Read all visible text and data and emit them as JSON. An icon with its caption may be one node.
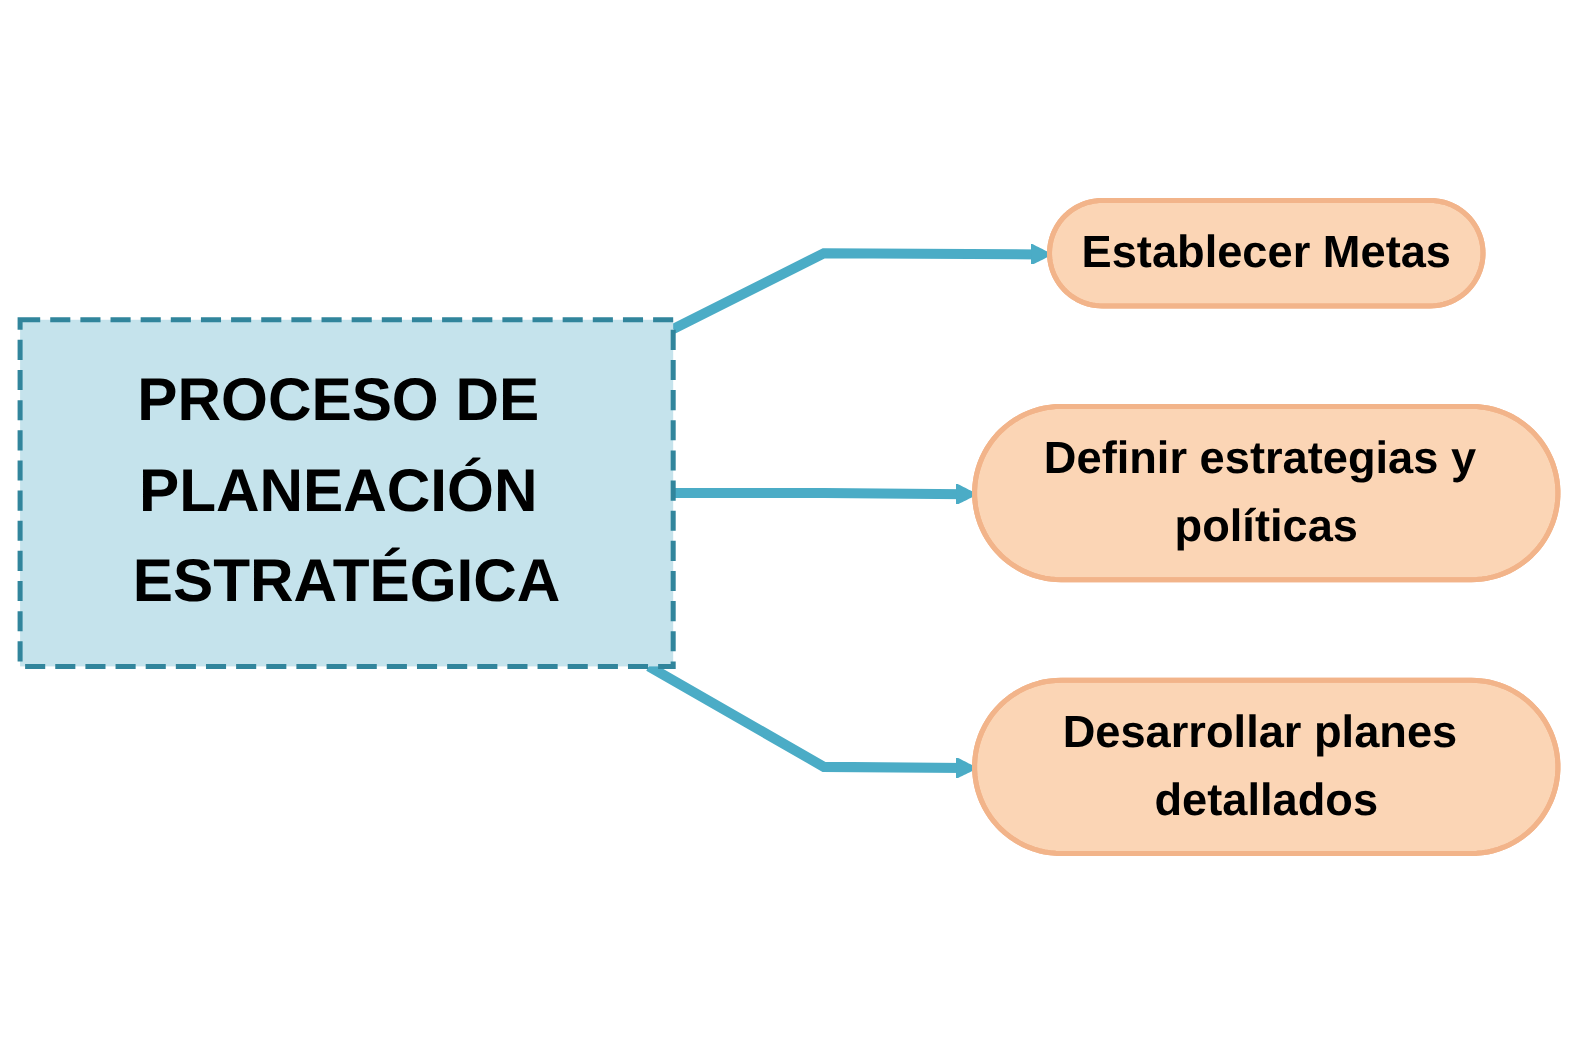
{
  "diagram": {
    "nodes": [
      {
        "text": [
          "PROCESO DE PLANEACIÓN ESTRATÉGICA"
        ]
      },
      {
        "text": [
          "Establecer Metas"
        ]
      },
      {
        "text": [
          "Definir estrategias y políticas"
        ]
      },
      {
        "text": [
          "Desarrollar planes detallados"
        ]
      }
    ],
    "edges": [
      {
        "from": 0,
        "to": 1,
        "arrow": "to"
      },
      {
        "from": 0,
        "to": 2,
        "arrow": "to"
      },
      {
        "from": 0,
        "to": 3,
        "arrow": "to"
      }
    ]
  }
}
